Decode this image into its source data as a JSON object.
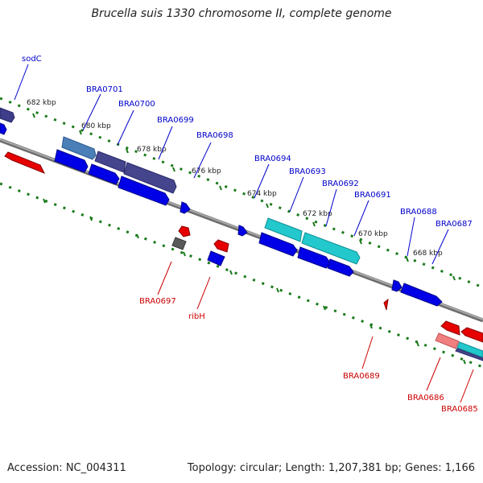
{
  "title": "Brucella suis 1330 chromosome II, complete genome",
  "footer": {
    "accession": "Accession: NC_004311",
    "summary": "Topology: circular; Length: 1,207,381 bp; Genes: 1,166"
  },
  "scale_labels": [
    "682 kbp",
    "680 kbp",
    "678 kbp",
    "676 kbp",
    "674 kbp",
    "672 kbp",
    "670 kbp",
    "668 kbp"
  ],
  "genes_forward": [
    "sodC",
    "BRA0701",
    "BRA0700",
    "BRA0699",
    "BRA0698",
    "BRA0694",
    "BRA0693",
    "BRA0692",
    "BRA0691",
    "BRA0688",
    "BRA0687"
  ],
  "genes_reverse": [
    "BRA0697",
    "ribH",
    "BRA0689",
    "BRA0686",
    "BRA0685"
  ],
  "colors": {
    "backbone": "#8c8c8c",
    "forward_gene": "#0000e6",
    "reverse_gene": "#e60000",
    "label_forward": "#0000cc",
    "label_reverse": "#cc0000",
    "tick": "#1a7a1a"
  }
}
